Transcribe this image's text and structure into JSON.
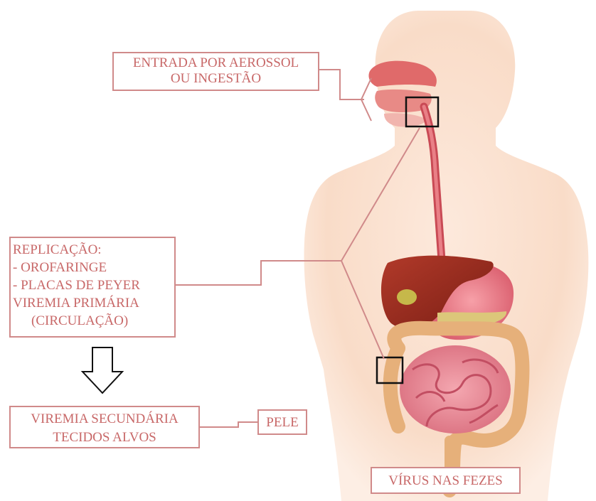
{
  "labels": {
    "entrada": {
      "line1": "ENTRADA POR AEROSSOL",
      "line2": "OU INGESTÃO"
    },
    "replicacao": {
      "line1": "REPLICAÇÃO:",
      "line2": "- OROFARINGE",
      "line3": "- PLACAS DE PEYER",
      "line4": "VIREMIA PRIMÁRIA",
      "line5": "(CIRCULAÇÃO)"
    },
    "viremia_secundaria": {
      "line1": "VIREMIA SECUNDÁRIA",
      "line2": "TECIDOS ALVOS"
    },
    "pele": "PELE",
    "virus_fezes": "VÍRUS NAS FEZES"
  },
  "colors": {
    "label_text": "#c86868",
    "label_border": "#d08a8a",
    "connector": "#d08a8a",
    "skin": "#fbe0cf",
    "highlight_box": "#111111"
  }
}
